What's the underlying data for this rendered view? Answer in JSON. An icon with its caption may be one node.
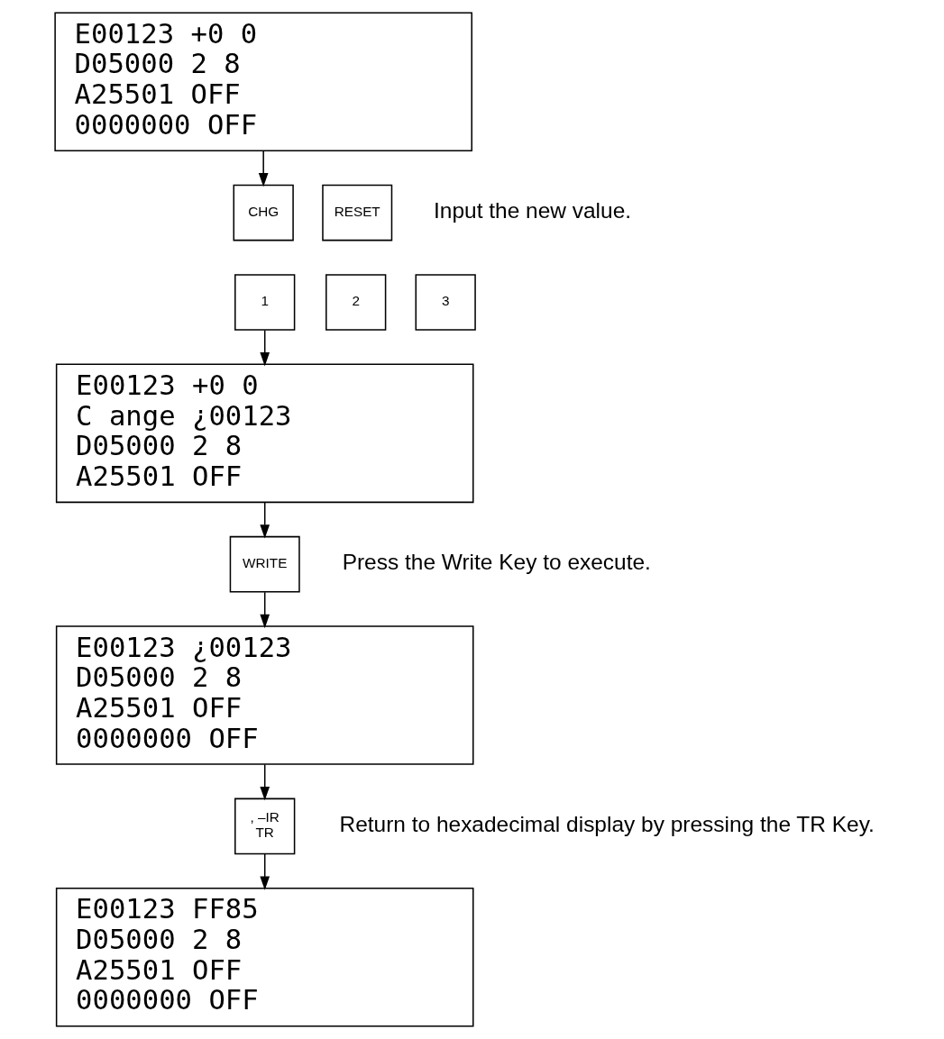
{
  "diagram": {
    "nodes": [
      {
        "text": [
          "E00123 +0 0",
          "D05000 2 8",
          "A25501 OFF",
          "0000000 OFF"
        ]
      },
      {
        "text": [
          "CHG"
        ]
      },
      {
        "text": [
          "RESET"
        ]
      },
      {
        "text": [
          "1"
        ]
      },
      {
        "text": [
          "2"
        ]
      },
      {
        "text": [
          "3"
        ]
      },
      {
        "text": [
          "E00123 +0 0",
          "C ange ¿00123",
          "D05000 2 8",
          "A25501 OFF"
        ]
      },
      {
        "text": [
          "WRITE"
        ]
      },
      {
        "text": [
          "E00123 ¿00123",
          "D05000 2 8",
          "A25501 OFF",
          "0000000 OFF"
        ]
      },
      {
        "text": [
          ", –IR",
          "TR"
        ]
      },
      {
        "text": [
          "E00123 FF85",
          "D05000 2 8",
          "A25501 OFF",
          "0000000 OFF"
        ]
      }
    ],
    "edges": [
      {
        "from": 0,
        "to": 1,
        "arrow": "to"
      },
      {
        "from": 3,
        "to": 6,
        "arrow": "to"
      },
      {
        "from": 6,
        "to": 7,
        "arrow": "to"
      },
      {
        "from": 7,
        "to": 8,
        "arrow": "to"
      },
      {
        "from": 8,
        "to": 9,
        "arrow": "to"
      },
      {
        "from": 9,
        "to": 10,
        "arrow": "to"
      }
    ],
    "labels": [
      "Input the new value.",
      "Press the Write Key to execute.",
      "Return to hexadecimal display by pressing the TR Key."
    ]
  }
}
